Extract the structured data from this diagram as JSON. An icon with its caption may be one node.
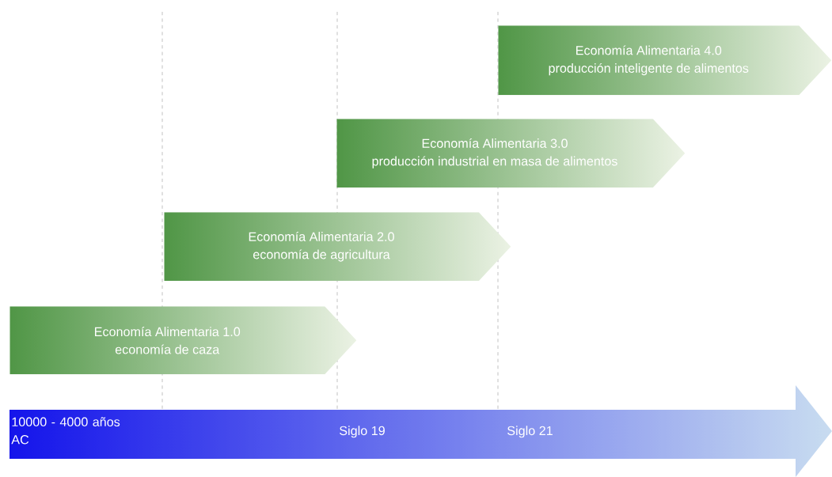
{
  "diagram": {
    "nodes": [
      {
        "text": [
          "Economía Alimentaria 1.0",
          "economía de caza"
        ]
      },
      {
        "text": [
          "Economía Alimentaria 2.0",
          "economía de agricultura"
        ]
      },
      {
        "text": [
          "Economía Alimentaria 3.0",
          "producción industrial en masa de alimentos"
        ]
      },
      {
        "text": [
          "Economía Alimentaria 4.0",
          "producción inteligente de alimentos"
        ]
      }
    ],
    "labels": [
      "10000 - 4000 años AC",
      "Siglo 19",
      "Siglo 21"
    ]
  }
}
